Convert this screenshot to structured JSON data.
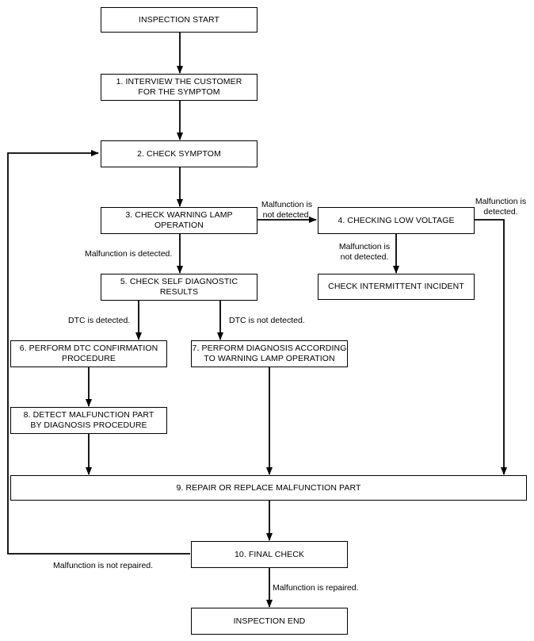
{
  "nodes": {
    "start": "INSPECTION START",
    "s1": "1. INTERVIEW THE CUSTOMER\nFOR THE SYMPTOM",
    "s2": "2. CHECK SYMPTOM",
    "s3": "3. CHECK WARNING LAMP\nOPERATION",
    "s4": "4. CHECKING LOW VOLTAGE",
    "intermittent": "CHECK INTERMITTENT INCIDENT",
    "s5": "5. CHECK SELF DIAGNOSTIC\nRESULTS",
    "s6": "6. PERFORM DTC CONFIRMATION\nPROCEDURE",
    "s7": "7. PERFORM DIAGNOSIS ACCORDING\nTO WARNING LAMP OPERATION",
    "s8": "8. DETECT MALFUNCTION PART\nBY DIAGNOSIS PROCEDURE",
    "s9": "9. REPAIR OR REPLACE MALFUNCTION PART",
    "s10": "10. FINAL CHECK",
    "end": "INSPECTION END"
  },
  "labels": {
    "s3_not_detected": "Malfunction is\nnot detected.",
    "s4_detected": "Malfunction is\ndetected.",
    "s4_not_detected": "Malfunction is\nnot detected.",
    "s3_detected": "Malfunction is detected.",
    "dtc_detected": "DTC is detected.",
    "dtc_not_detected": "DTC is not detected.",
    "not_repaired": "Malfunction is not repaired.",
    "repaired": "Malfunction is repaired."
  }
}
